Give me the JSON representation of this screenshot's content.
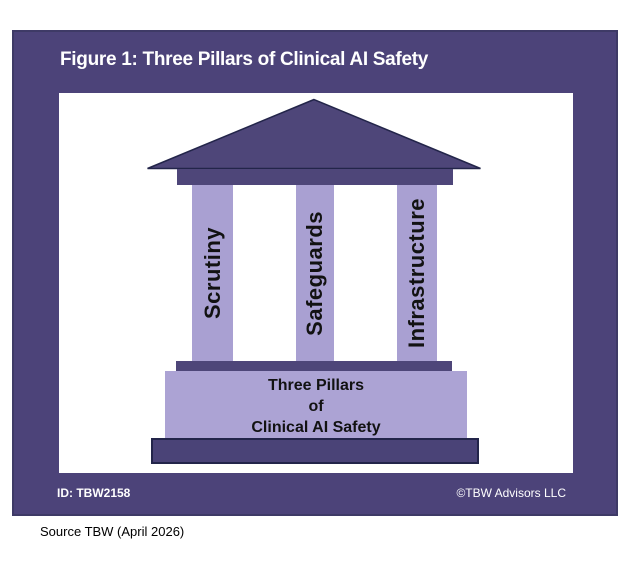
{
  "figure": {
    "title": "Figure 1: Three Pillars of Clinical AI Safety",
    "id_label": "ID: TBW2158",
    "copyright": "©TBW Advisors LLC",
    "source": "Source TBW (April 2026)"
  },
  "temple": {
    "pillars": [
      "Scrutiny",
      "Safeguards",
      "Infrastructure"
    ],
    "base_lines": [
      "Three Pillars",
      "of",
      "Clinical AI Safety"
    ]
  },
  "colors": {
    "frame_purple": "#4C4379",
    "frame_border": "#3E3A66",
    "dark_shape_purple": "#4E4679",
    "shape_outline_navy": "#23254A",
    "pillar_light_purple": "#A9A0D2",
    "base_box_light_purple": "#ACA3D4",
    "title_text": "#FFFFFF",
    "label_text": "#121212",
    "canvas_background": "#FFFFFF"
  }
}
